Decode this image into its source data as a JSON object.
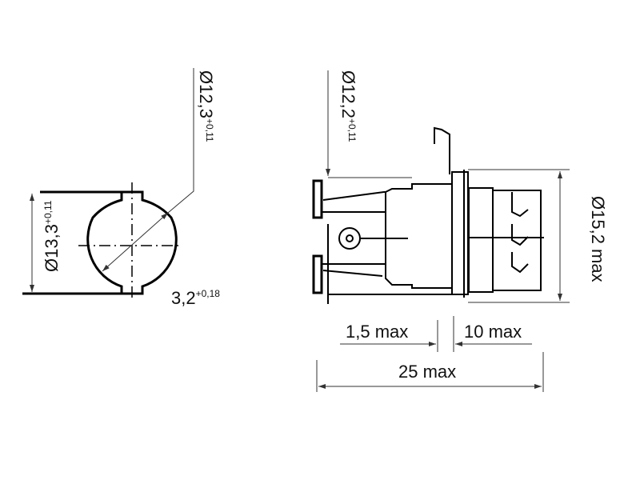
{
  "front_view": {
    "diameter_outer": "Ø13,3",
    "diameter_outer_tol": "+0,11",
    "diameter_inner": "Ø12,3",
    "diameter_inner_tol": "+0,11",
    "key_width": "3,2",
    "key_width_tol": "+0,18"
  },
  "side_view": {
    "panel_hole": "Ø12,2",
    "panel_hole_tol": "+0,11",
    "body_diameter": "Ø15,2 max",
    "flange_gap": "1,5 max",
    "terminal_length": "10 max",
    "total_length": "25 max"
  },
  "colors": {
    "line": "#000000",
    "background": "#ffffff"
  }
}
